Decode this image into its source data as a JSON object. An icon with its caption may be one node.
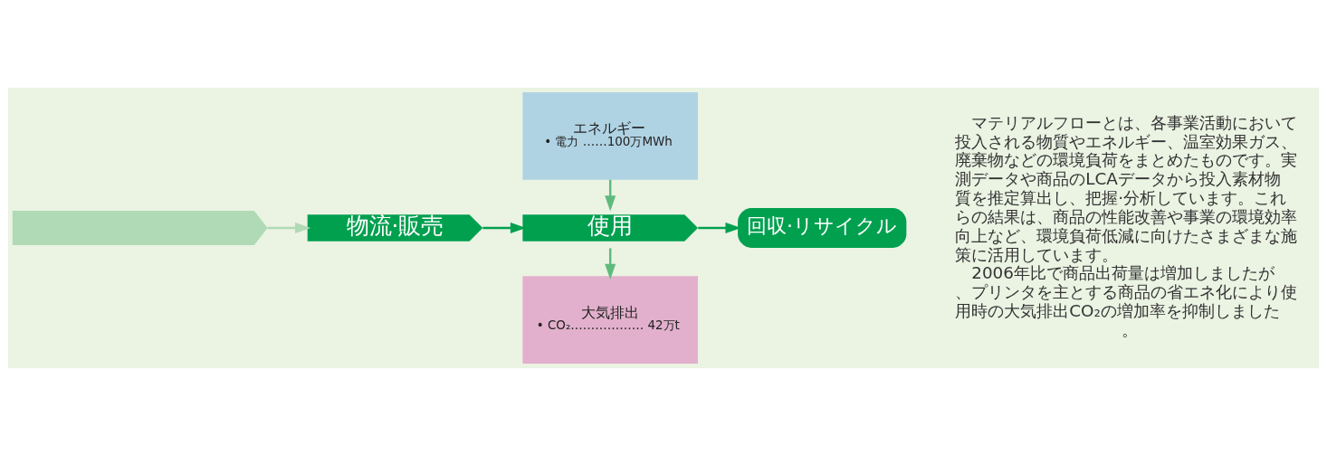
{
  "diagram": {
    "nodes": [
      {
        "text": [],
        "shape": "box"
      },
      {
        "text": [
          "物流·販売"
        ]
      },
      {
        "text": [
          "エネルギー",
          "• 電力 ……100万MWh"
        ]
      },
      {
        "text": [
          "使用"
        ]
      },
      {
        "text": [
          "大気排出",
          "• CO₂……………… 42万t"
        ]
      },
      {
        "text": [
          "回収·リサイクル"
        ]
      }
    ],
    "edges": [
      {
        "from": 0,
        "to": 1,
        "arrow": "to",
        "color": "#b0dab6"
      },
      {
        "from": 1,
        "to": 3,
        "arrow": "to"
      },
      {
        "from": 3,
        "to": 5,
        "arrow": "to"
      },
      {
        "from": 2,
        "to": 3,
        "arrow": "to",
        "color": "#5fba7d"
      },
      {
        "from": 3,
        "to": 4,
        "arrow": "to",
        "color": "#5fba7d"
      }
    ],
    "labels": [
      "マテリアルフローとは、各事業活動において投入される物質やエネルギー、温室効果ガス、廃棄物などの環境負荷をまとめたものです。実測データや商品のLCAデータから投入素材物質を推定算出し、把握·分析しています。これらの結果は、商品の性能改善や事業の環境効率向上など、環境負荷低減に向けたさまざまな施策に活用しています。",
      "2006年比で商品出荷量は増加しましたが、プリンタを主とする商品の省エネ化により使用時の大気排出CO₂の増加率を抑制しました。"
    ]
  }
}
